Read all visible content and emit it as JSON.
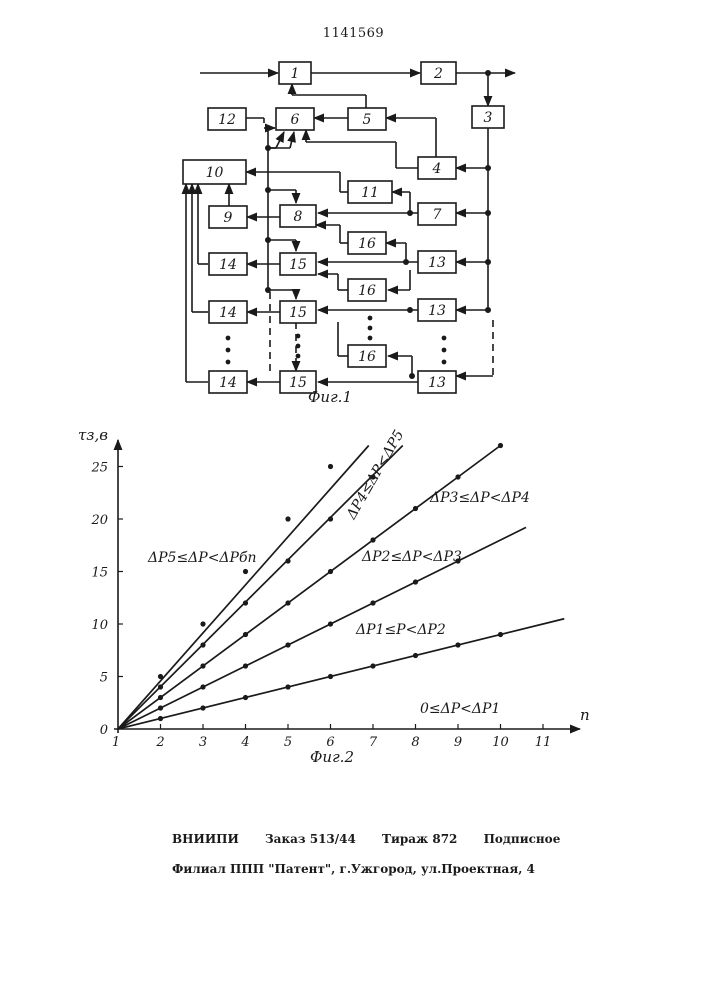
{
  "header": {
    "patent_number": "1141569"
  },
  "fig1": {
    "caption": "Фиг.1",
    "blocks": [
      "1",
      "2",
      "3",
      "4",
      "5",
      "6",
      "7",
      "8",
      "9",
      "10",
      "11",
      "12",
      "16",
      "13",
      "15",
      "14",
      "16",
      "13",
      "15",
      "14",
      "16",
      "13",
      "15",
      "14"
    ]
  },
  "fig2": {
    "caption": "Фиг.2"
  },
  "chart_data": {
    "type": "line",
    "title": "",
    "xlabel": "n",
    "ylabel": "τз,в",
    "xlim": [
      1,
      11.8
    ],
    "ylim": [
      0,
      27
    ],
    "x_ticks": [
      "1",
      "2",
      "3",
      "4",
      "5",
      "6",
      "7",
      "8",
      "9",
      "10",
      "11"
    ],
    "y_ticks": [
      "0",
      "5",
      "10",
      "15",
      "20",
      "25"
    ],
    "series": [
      {
        "name": "ΔP5≤ΔP<ΔPбп",
        "x": [
          1,
          2,
          3,
          4,
          5,
          6
        ],
        "y": [
          0,
          5,
          10,
          15,
          20,
          25
        ],
        "end": [
          6.9,
          27
        ]
      },
      {
        "name": "ΔP4≤ΔP<ΔP5",
        "x": [
          1,
          2,
          3,
          4,
          5,
          6,
          7
        ],
        "y": [
          0,
          4,
          8,
          12,
          16,
          20,
          24
        ],
        "end": [
          7.7,
          27
        ]
      },
      {
        "name": "ΔP3≤ΔP<ΔP4",
        "x": [
          1,
          2,
          3,
          4,
          5,
          6,
          7,
          8,
          9,
          10
        ],
        "y": [
          0,
          3,
          6,
          9,
          12,
          15,
          18,
          21,
          24,
          27
        ],
        "end": [
          10,
          27
        ]
      },
      {
        "name": "ΔP2≤ΔP<ΔP3",
        "x": [
          1,
          2,
          3,
          4,
          5,
          6,
          7,
          8,
          9
        ],
        "y": [
          0,
          2,
          4,
          6,
          8,
          10,
          12,
          14,
          16
        ],
        "end": [
          10.6,
          19.2
        ]
      },
      {
        "name": "ΔP1≤P<ΔP2",
        "x": [
          1,
          2,
          3,
          4,
          5,
          6,
          7,
          8,
          9,
          10
        ],
        "y": [
          0,
          1,
          2,
          3,
          4,
          5,
          6,
          7,
          8,
          9
        ],
        "end": [
          11.5,
          10.5
        ]
      },
      {
        "name": "0≤ΔP<ΔP1",
        "x": [],
        "y": []
      }
    ]
  },
  "footer": {
    "org": "ВНИИПИ",
    "order": "Заказ 513/44",
    "edition": "Тираж 872",
    "subscription": "Подписное",
    "address": "Филиал ППП \"Патент\", г.Ужгород, ул.Проектная, 4"
  }
}
